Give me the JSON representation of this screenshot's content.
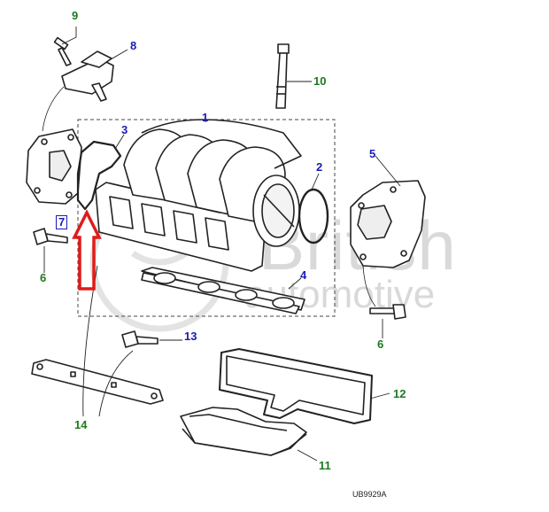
{
  "watermark": {
    "line1": "British",
    "line2": "automotive"
  },
  "callouts": {
    "c1": "1",
    "c2": "2",
    "c3": "3",
    "c4": "4",
    "c5": "5",
    "c6a": "6",
    "c6b": "6",
    "c7": "7",
    "c8": "8",
    "c9": "9",
    "c10": "10",
    "c11": "11",
    "c12": "12",
    "c13": "13",
    "c14": "14"
  },
  "reference_code": "UB9929A",
  "colors": {
    "blue_callout": "#1a1ab8",
    "green_callout": "#1e7a1e",
    "arrow": "#e01b1b",
    "line": "#222222",
    "watermark": "#d9d9d9"
  }
}
